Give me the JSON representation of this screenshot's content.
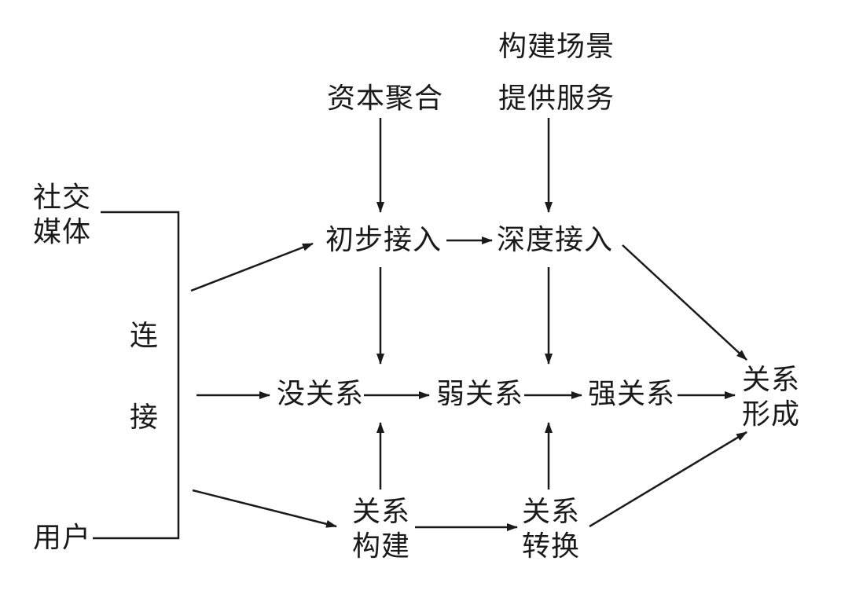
{
  "nodes": {
    "build_scene": "构建场景",
    "capital": "资本聚合",
    "provide_service": "提供服务",
    "social_media": [
      "社交",
      "媒体"
    ],
    "users": "用户",
    "connect": [
      "连",
      "接"
    ],
    "initial_access": "初步接入",
    "deep_access": "深度接入",
    "no_relation": "没关系",
    "weak_relation": "弱关系",
    "strong_relation": "强关系",
    "relation_formed": [
      "关系",
      "形成"
    ],
    "relation_build": [
      "关系",
      "构建"
    ],
    "relation_convert": [
      "关系",
      "转换"
    ]
  },
  "colors": {
    "ink": "#1a1a1a",
    "background": "#ffffff"
  }
}
